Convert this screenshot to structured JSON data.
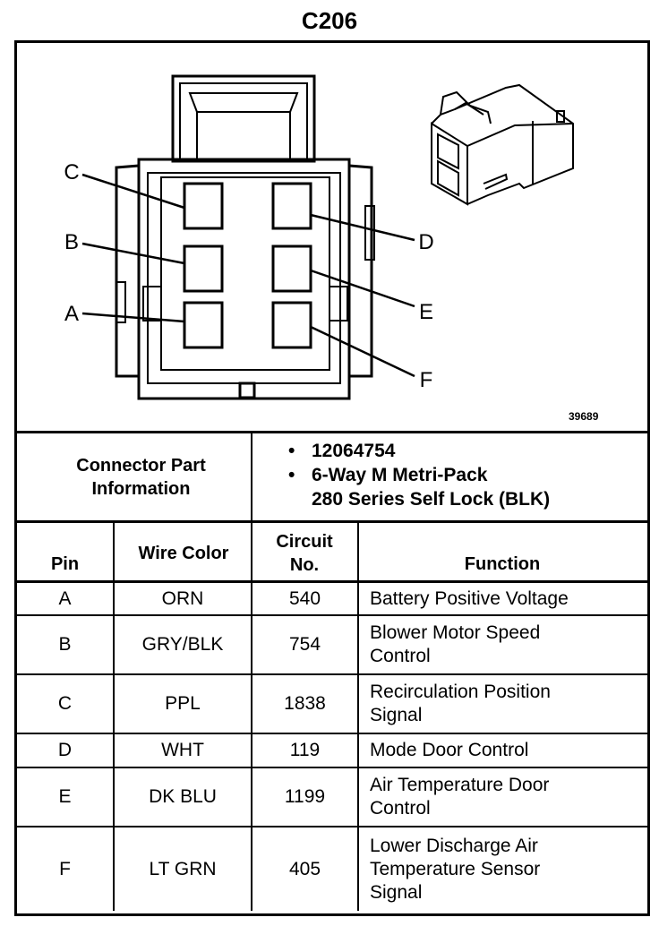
{
  "title": "C206",
  "figure_number": "39689",
  "pin_labels": [
    "A",
    "B",
    "C",
    "D",
    "E",
    "F"
  ],
  "connector_info": {
    "label": "Connector Part Information",
    "items": [
      "12064754",
      "6-Way M Metri-Pack",
      "280 Series Self Lock (BLK)"
    ]
  },
  "table": {
    "headers": {
      "pin": "Pin",
      "wire_color": "Wire Color",
      "circuit_no": "Circuit No.",
      "function": "Function"
    },
    "rows": [
      {
        "pin": "A",
        "wire_color": "ORN",
        "circuit_no": "540",
        "function": "Battery Positive Voltage"
      },
      {
        "pin": "B",
        "wire_color": "GRY/BLK",
        "circuit_no": "754",
        "function": "Blower Motor Speed Control"
      },
      {
        "pin": "C",
        "wire_color": "PPL",
        "circuit_no": "1838",
        "function": "Recirculation Position Signal"
      },
      {
        "pin": "D",
        "wire_color": "WHT",
        "circuit_no": "119",
        "function": "Mode Door Control"
      },
      {
        "pin": "E",
        "wire_color": "DK BLU",
        "circuit_no": "1199",
        "function": "Air Temperature Door Control"
      },
      {
        "pin": "F",
        "wire_color": "LT GRN",
        "circuit_no": "405",
        "function": "Lower Discharge Air Temperature Sensor Signal"
      }
    ]
  }
}
